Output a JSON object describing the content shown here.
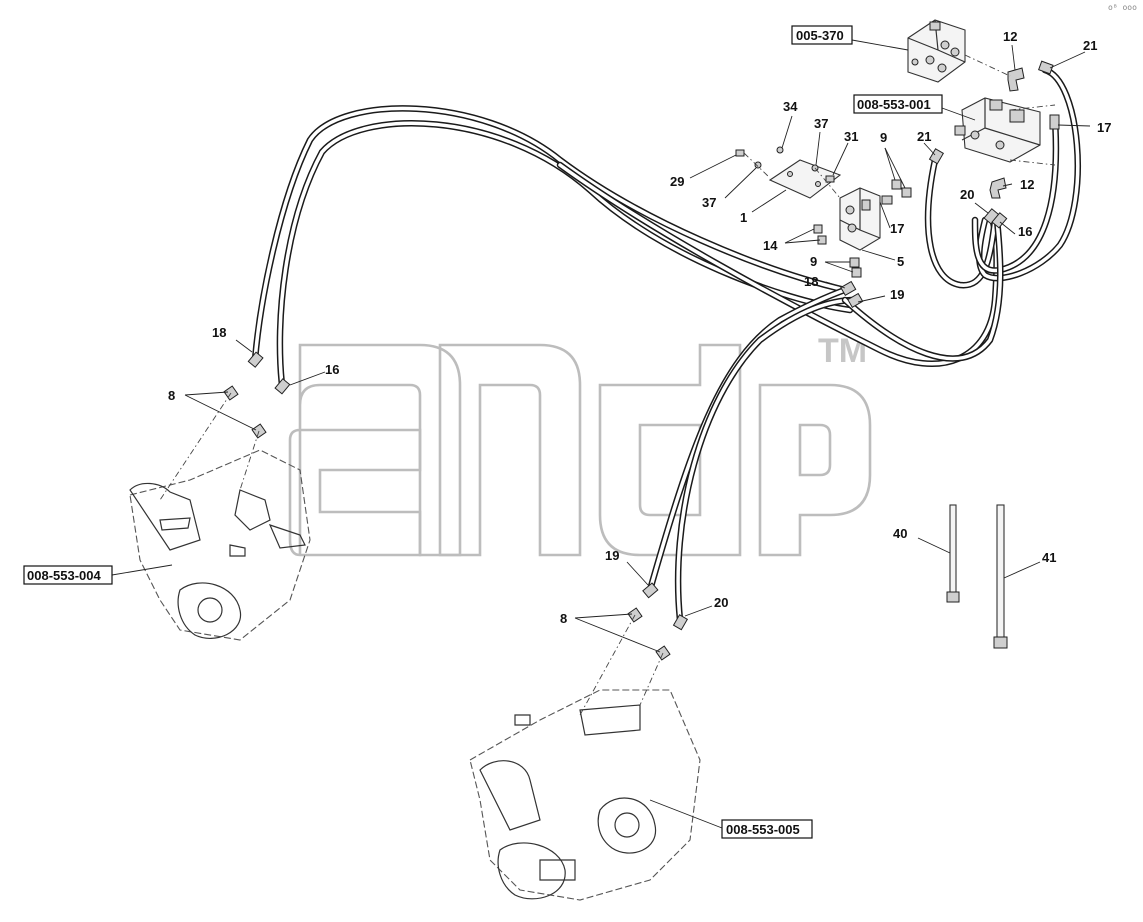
{
  "corner_mark": "oᴮ ooo",
  "watermark": {
    "tm": "TM"
  },
  "callouts": [
    {
      "id": "c12a",
      "text": "12"
    },
    {
      "id": "c21a",
      "text": "21"
    },
    {
      "id": "c17a",
      "text": "17"
    },
    {
      "id": "c34",
      "text": "34"
    },
    {
      "id": "c37a",
      "text": "37"
    },
    {
      "id": "c31",
      "text": "31"
    },
    {
      "id": "c9a",
      "text": "9"
    },
    {
      "id": "c21b",
      "text": "21"
    },
    {
      "id": "c29",
      "text": "29"
    },
    {
      "id": "c37b",
      "text": "37"
    },
    {
      "id": "c1",
      "text": "1"
    },
    {
      "id": "c12b",
      "text": "12"
    },
    {
      "id": "c20a",
      "text": "20"
    },
    {
      "id": "c16a",
      "text": "16"
    },
    {
      "id": "c17b",
      "text": "17"
    },
    {
      "id": "c14",
      "text": "14"
    },
    {
      "id": "c9b",
      "text": "9"
    },
    {
      "id": "c5",
      "text": "5"
    },
    {
      "id": "c18a",
      "text": "18"
    },
    {
      "id": "c19a",
      "text": "19"
    },
    {
      "id": "c18b",
      "text": "18"
    },
    {
      "id": "c16b",
      "text": "16"
    },
    {
      "id": "c8a",
      "text": "8"
    },
    {
      "id": "c19b",
      "text": "19"
    },
    {
      "id": "c20b",
      "text": "20"
    },
    {
      "id": "c8b",
      "text": "8"
    },
    {
      "id": "c40",
      "text": "40"
    },
    {
      "id": "c41",
      "text": "41"
    }
  ],
  "references": [
    {
      "id": "r005370",
      "text": "005-370"
    },
    {
      "id": "r008553001",
      "text": "008-553-001"
    },
    {
      "id": "r008553004",
      "text": "008-553-004"
    },
    {
      "id": "r008553005",
      "text": "008-553-005"
    }
  ]
}
